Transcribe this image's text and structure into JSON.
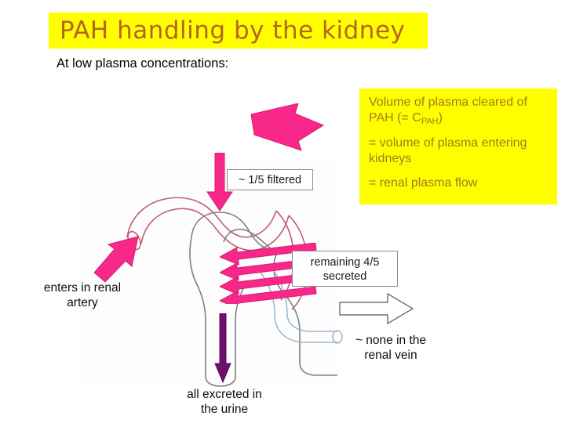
{
  "slide": {
    "title": "PAH handling by the kidney",
    "title_color": "#b5651d",
    "title_highlight_color": "#ffff00",
    "subtitle": "At low plasma concentrations:"
  },
  "info_panel": {
    "background_color": "#ffff00",
    "text_color": "#a57a1c",
    "line1_part1": "Volume of plasma cleared of PAH (= C",
    "line1_sub": "PAH",
    "line1_part2": ")",
    "line2": "= volume of plasma entering kidneys",
    "line3": "= renal plasma flow"
  },
  "callouts": {
    "filtered": "~ 1/5 filtered",
    "secreted_line1": "remaining 4/5",
    "secreted_line2": "secreted"
  },
  "annotations": {
    "artery_line1": "enters in renal",
    "artery_line2": "artery",
    "urine_line1": "all excreted in",
    "urine_line2": "the urine",
    "vein_line1": "~ none in the",
    "vein_line2": "renal vein"
  },
  "diagram": {
    "arrow_pink_color": "#f7288a",
    "arrow_purple_color": "#6d0f6d",
    "artery_outline_color": "#c06070",
    "tubule_outline_color": "#808080",
    "vein_outline_color": "#9fb8d0",
    "secretion_arrow_count": 4,
    "hollow_arrow_outline_color": "#555555"
  }
}
